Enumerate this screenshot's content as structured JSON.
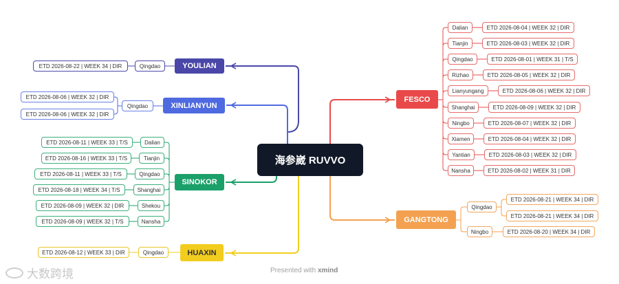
{
  "central": "海参崴 RUVVO",
  "footer": {
    "prefix": "Presented with",
    "brand": "xmind"
  },
  "watermark": "大数跨境",
  "branches": {
    "youlian": {
      "name": "YOULIAN",
      "color": "#4a47a8",
      "ports": [
        {
          "port": "Qingdao",
          "etd": [
            "ETD 2026-08-22 | WEEK 34 | DIR"
          ]
        }
      ]
    },
    "xinlianyun": {
      "name": "XINLIANYUN",
      "color": "#4f6ae0",
      "ports": [
        {
          "port": "Qingdao",
          "etd": [
            "ETD 2026-08-06 | WEEK 32 | DIR",
            "ETD 2026-08-06 | WEEK 32 | DIR"
          ]
        }
      ]
    },
    "sinokor": {
      "name": "SINOKOR",
      "color": "#1ba06a",
      "ports": [
        {
          "port": "Dalian",
          "etd": [
            "ETD 2026-08-11 | WEEK 33 | T/S"
          ]
        },
        {
          "port": "Tianjin",
          "etd": [
            "ETD 2026-08-16 | WEEK 33 | T/S"
          ]
        },
        {
          "port": "Qingdao",
          "etd": [
            "ETD 2026-08-11 | WEEK 33 | T/S"
          ]
        },
        {
          "port": "Shanghai",
          "etd": [
            "ETD 2026-08-18 | WEEK 34 | T/S"
          ]
        },
        {
          "port": "Shekou",
          "etd": [
            "ETD 2026-08-09 | WEEK 32 | DIR"
          ]
        },
        {
          "port": "Nansha",
          "etd": [
            "ETD 2026-08-09 | WEEK 32 | T/S"
          ]
        }
      ]
    },
    "huaxin": {
      "name": "HUAXIN",
      "color": "#f2cd1f",
      "ports": [
        {
          "port": "Qingdao",
          "etd": [
            "ETD 2026-08-12 | WEEK 33 | DIR"
          ]
        }
      ]
    },
    "fesco": {
      "name": "FESCO",
      "color": "#e9494a",
      "ports": [
        {
          "port": "Dalian",
          "etd": [
            "ETD 2026-08-04 | WEEK 32 | DIR"
          ]
        },
        {
          "port": "Tianjin",
          "etd": [
            "ETD 2026-08-03 | WEEK 32 | DIR"
          ]
        },
        {
          "port": "Qingdao",
          "etd": [
            "ETD 2026-08-01 | WEEK 31 | T/S"
          ]
        },
        {
          "port": "Rizhao",
          "etd": [
            "ETD 2026-08-05 | WEEK 32 | DIR"
          ]
        },
        {
          "port": "Lianyungang",
          "etd": [
            "ETD 2026-08-06 | WEEK 32 | DIR"
          ]
        },
        {
          "port": "Shanghai",
          "etd": [
            "ETD 2026-08-09 | WEEK 32 | DIR"
          ]
        },
        {
          "port": "Ningbo",
          "etd": [
            "ETD 2026-08-07 | WEEK 32 | DIR"
          ]
        },
        {
          "port": "Xiamen",
          "etd": [
            "ETD 2026-08-04 | WEEK 32 | DIR"
          ]
        },
        {
          "port": "Yantian",
          "etd": [
            "ETD 2026-08-03 | WEEK 32 | DIR"
          ]
        },
        {
          "port": "Nansha",
          "etd": [
            "ETD 2026-08-02 | WEEK 31 | DIR"
          ]
        }
      ]
    },
    "gangtong": {
      "name": "GANGTONG",
      "color": "#f3a150",
      "ports": [
        {
          "port": "Qingdao",
          "etd": [
            "ETD 2026-08-21 | WEEK 34 | DIR",
            "ETD 2026-08-21 | WEEK 34 | DIR"
          ]
        },
        {
          "port": "Ningbo",
          "etd": [
            "ETD 2026-08-20 | WEEK 34 | DIR"
          ]
        }
      ]
    }
  }
}
